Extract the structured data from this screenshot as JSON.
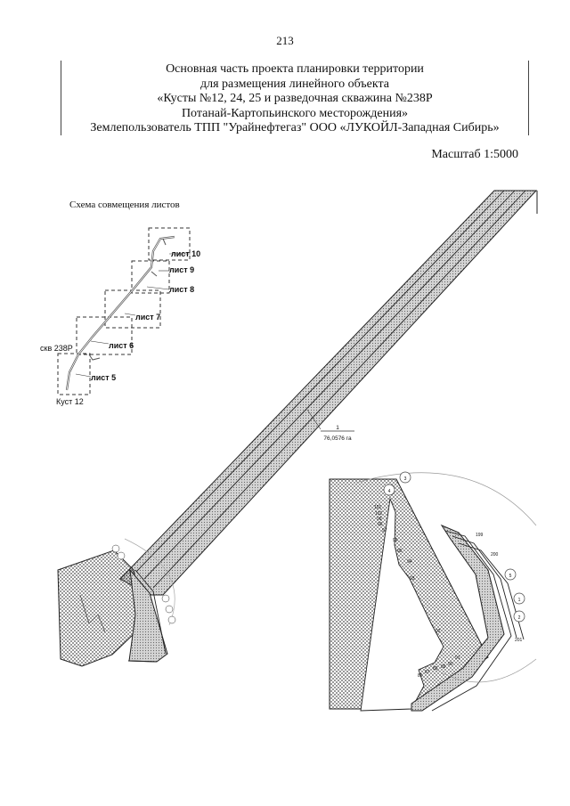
{
  "page": {
    "number": "213"
  },
  "header": {
    "lines": [
      "Основная часть проекта планировки территории",
      "для размещения линейного объекта",
      "«Кусты №12, 24, 25  и разведочная скважина №238Р",
      "Потанай-Картопьинского месторождения»",
      "Землепользователь ТПП \"Урайнефтегаз\" ООО «ЛУКОЙЛ-Западная Сибирь»"
    ]
  },
  "scale": "Масштаб 1:5000",
  "scheme": {
    "title": "Схема совмещения листов",
    "sheets": [
      "лист 10",
      "лист 9",
      "лист 8",
      "лист 7",
      "лист 6",
      "лист 5"
    ],
    "well_label": "скв 238Р",
    "pad_label": "Куст 12"
  },
  "main_map": {
    "parcel_number": "1",
    "parcel_area": "76,0576 га",
    "circle_labels": [
      "1",
      "2",
      "3",
      "4",
      "5"
    ],
    "point_labels": [
      "101",
      "102",
      "99",
      "98",
      "97",
      "96",
      "95",
      "94",
      "93",
      "92",
      "91",
      "90",
      "89",
      "88",
      "87",
      "86",
      "199",
      "200",
      "201"
    ]
  }
}
